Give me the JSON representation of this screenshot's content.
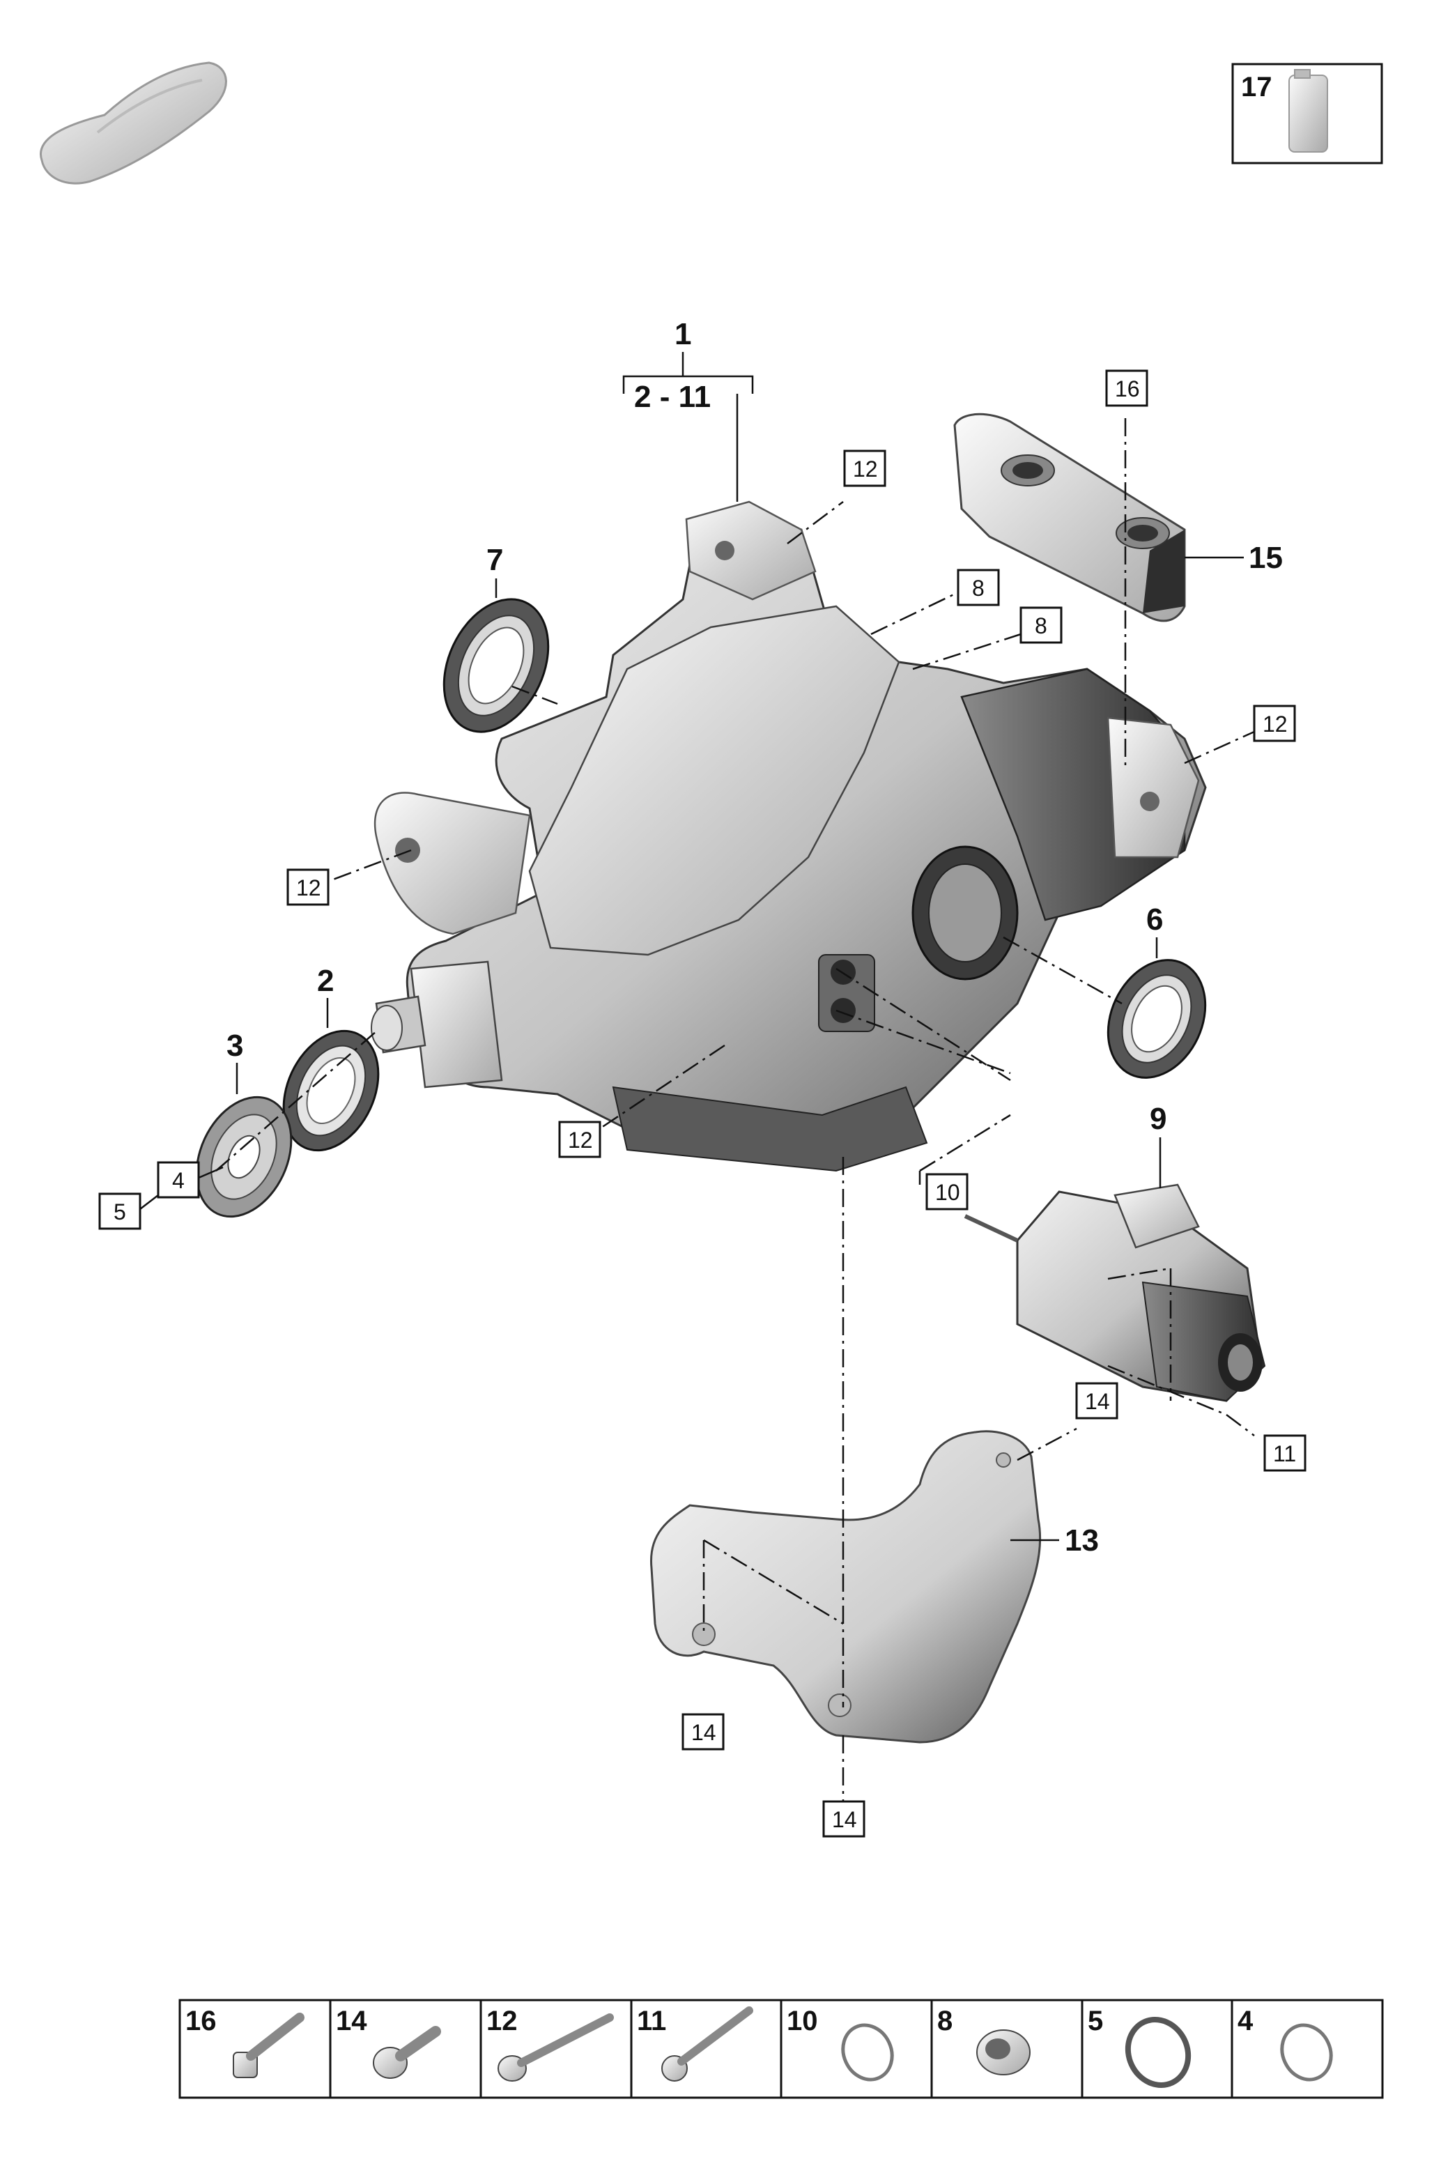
{
  "callouts": {
    "assembly": "1",
    "assembly_range": "2 - 11",
    "oil_ref": "17",
    "bold": {
      "p2": "2",
      "p3": "3",
      "p6": "6",
      "p7": "7",
      "p9": "9",
      "p13": "13",
      "p15": "15"
    },
    "boxed": {
      "b12_top": "12",
      "b12_right": "12",
      "b12_left": "12",
      "b12_bottom": "12",
      "b16": "16",
      "b8_a": "8",
      "b8_b": "8",
      "b4": "4",
      "b5": "5",
      "b10": "10",
      "b11": "11",
      "b14_top": "14",
      "b14_left": "14",
      "b14_bottom": "14"
    }
  },
  "fastener_legend": [
    {
      "number": "16",
      "icon": "bolt-long-icon"
    },
    {
      "number": "14",
      "icon": "bolt-short-icon"
    },
    {
      "number": "12",
      "icon": "bolt-flange-icon"
    },
    {
      "number": "11",
      "icon": "bolt-long-icon"
    },
    {
      "number": "10",
      "icon": "o-ring-icon"
    },
    {
      "number": "8",
      "icon": "plug-icon"
    },
    {
      "number": "5",
      "icon": "circlip-icon"
    },
    {
      "number": "4",
      "icon": "o-ring-icon"
    }
  ],
  "colors": {
    "part_light": "#e6e6e6",
    "part_mid": "#b8b8b8",
    "part_dark": "#5a5a5a",
    "line": "#111111"
  }
}
